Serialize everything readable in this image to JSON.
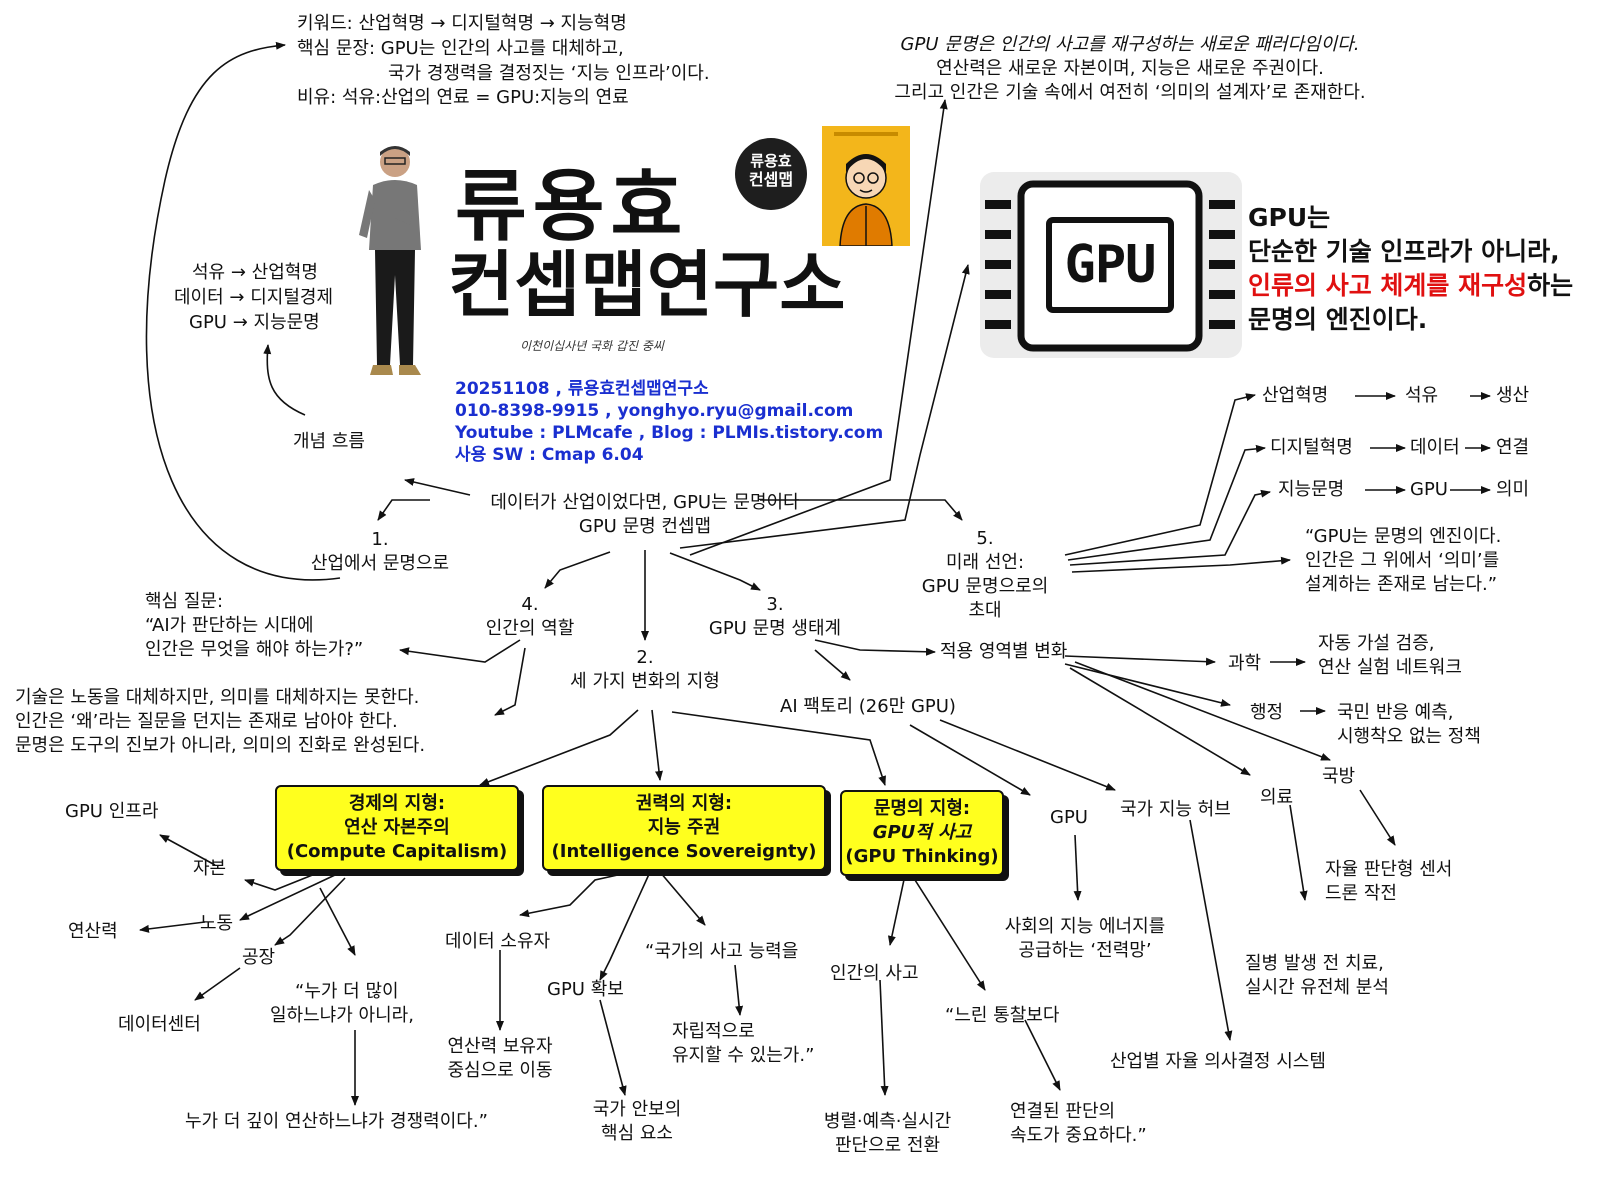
{
  "header": {
    "keyword": "키워드: 산업혁명 → 디지털혁명 → 지능혁명",
    "core1": "핵심 문장: GPU는 인간의 사고를 대체하고,",
    "core2": "국가 경쟁력을 결정짓는 ‘지능 인프라’이다.",
    "analogy": "비유: 석유:산업의 연료 = GPU:지능의 연료"
  },
  "quote_top": {
    "l1": "GPU 문명은 인간의 사고를 재구성하는 새로운 패러다임이다.",
    "l2": "연산력은 새로운 자본이며, 지능은 새로운 주권이다.",
    "l3": "그리고 인간은 기술 속에서 여전히 ‘의미의 설계자’로 존재한다."
  },
  "logo": {
    "line1": "류용효",
    "line2": "컨셉맵연구소",
    "seal_top": "류용효",
    "seal_bottom": "컨셉맵",
    "caption": "이천이십사년 국화 갑진 중씨"
  },
  "gpu_statement": {
    "chip_label": "GPU",
    "l1": "GPU는",
    "l2": "단순한 기술 인프라가 아니라,",
    "l3_red": "인류의 사고 체계를 재구성",
    "l3_rest": "하는",
    "l4": "문명의 엔진이다."
  },
  "info": {
    "l1": "20251108 , 류용효컨셉맵연구소",
    "l2": "010-8398-9915 , yonghyo.ryu@gmail.com",
    "l3": "Youtube : PLMcafe , Blog : PLMIs.tistory.com",
    "l4": "사용 SW : Cmap 6.04"
  },
  "flow": {
    "l1": "석유 → 산업혁명",
    "l2": "데이터 → 디지털경제",
    "l3": "GPU → 지능문명",
    "label": "개념 흐름"
  },
  "center": {
    "l1": "데이터가 산업이었다면, GPU는 문명이다",
    "l2": "GPU 문명 컨셉맵"
  },
  "n1": {
    "num": "1.",
    "label": "산업에서 문명으로"
  },
  "n2": {
    "num": "2.",
    "label": "세 가지 변화의 지형"
  },
  "n3": {
    "num": "3.",
    "label": "GPU 문명 생태계"
  },
  "n4": {
    "num": "4.",
    "label": "인간의 역할"
  },
  "n5": {
    "num": "5.",
    "l1": "미래 선언:",
    "l2": "GPU 문명으로의",
    "l3": "초대"
  },
  "question": {
    "l1": "핵심 질문:",
    "l2": "“AI가 판단하는 시대에",
    "l3": "인간은 무엇을 해야 하는가?”"
  },
  "meaning": {
    "l1": "기술은 노동을 대체하지만, 의미를 대체하지는 못한다.",
    "l2": "인간은 ‘왜’라는 질문을 던지는 존재로 남아야 한다.",
    "l3": "문명은 도구의 진보가 아니라, 의미의 진화로 완성된다."
  },
  "future": {
    "r1": [
      "산업혁명",
      "석유",
      "생산"
    ],
    "r2": [
      "디지털혁명",
      "데이터",
      "연결"
    ],
    "r3": [
      "지능문명",
      "GPU",
      "의미"
    ],
    "q1": "“GPU는 문명의 엔진이다.",
    "q2": "인간은 그 위에서 ‘의미’를",
    "q3": "설계하는 존재로 남는다.”"
  },
  "apply": {
    "label": "적용 영역별 변화",
    "science": "과학",
    "science_d1": "자동 가설 검증,",
    "science_d2": "연산 실험 네트워크",
    "admin": "행정",
    "admin_d1": "국민 반응 예측,",
    "admin_d2": "시행착오 없는 정책",
    "defense": "국방",
    "defense_d1": "자율 판단형 센서",
    "defense_d2": "드론 작전",
    "medical": "의료",
    "medical_d1": "질병 발생 전 치료,",
    "medical_d2": "실시간 유전체 분석"
  },
  "factory": {
    "label": "AI 팩토리 (26만 GPU)",
    "gpu": "GPU",
    "gpu_d1": "사회의 지능 에너지를",
    "gpu_d2": "공급하는 ‘전력망’",
    "hub": "국가 지능 허브",
    "hub_d": "산업별 자율 의사결정 시스템"
  },
  "econ": {
    "box1": "경제의 지형:",
    "box2": "연산 자본주의",
    "box3": "(Compute Capitalism)",
    "capital": "자본",
    "gpu_infra": "GPU 인프라",
    "labor": "노동",
    "compute": "연산력",
    "factory": "공장",
    "datacenter": "데이터센터",
    "q1": "“누가 더 많이",
    "q2": "일하느냐가 아니라,",
    "q3": "누가 더 깊이 연산하느냐가 경쟁력이다.”"
  },
  "power": {
    "box1": "권력의 지형:",
    "box2": "지능 주권",
    "box3": "(Intelligence Sovereignty)",
    "owner": "데이터 소유자",
    "owner_d1": "연산력 보유자",
    "owner_d2": "중심으로 이동",
    "gpu": "GPU 확보",
    "gpu_d1": "국가 안보의",
    "gpu_d2": "핵심 요소",
    "q1": "“국가의 사고 능력을",
    "q2": "자립적으로",
    "q3": "유지할 수 있는가.”"
  },
  "civ": {
    "box1": "문명의 지형:",
    "box2": "GPU적 사고",
    "box3": "(GPU Thinking)",
    "human": "인간의 사고",
    "human_d1": "병렬·예측·실시간",
    "human_d2": "판단으로 전환",
    "slow": "“느린 통찰보다",
    "slow_d1": "연결된 판단의",
    "slow_d2": "속도가 중요하다.”"
  },
  "colors": {
    "yellow": "#ffff1e",
    "blue": "#1a2fd0",
    "red": "#e01010"
  }
}
